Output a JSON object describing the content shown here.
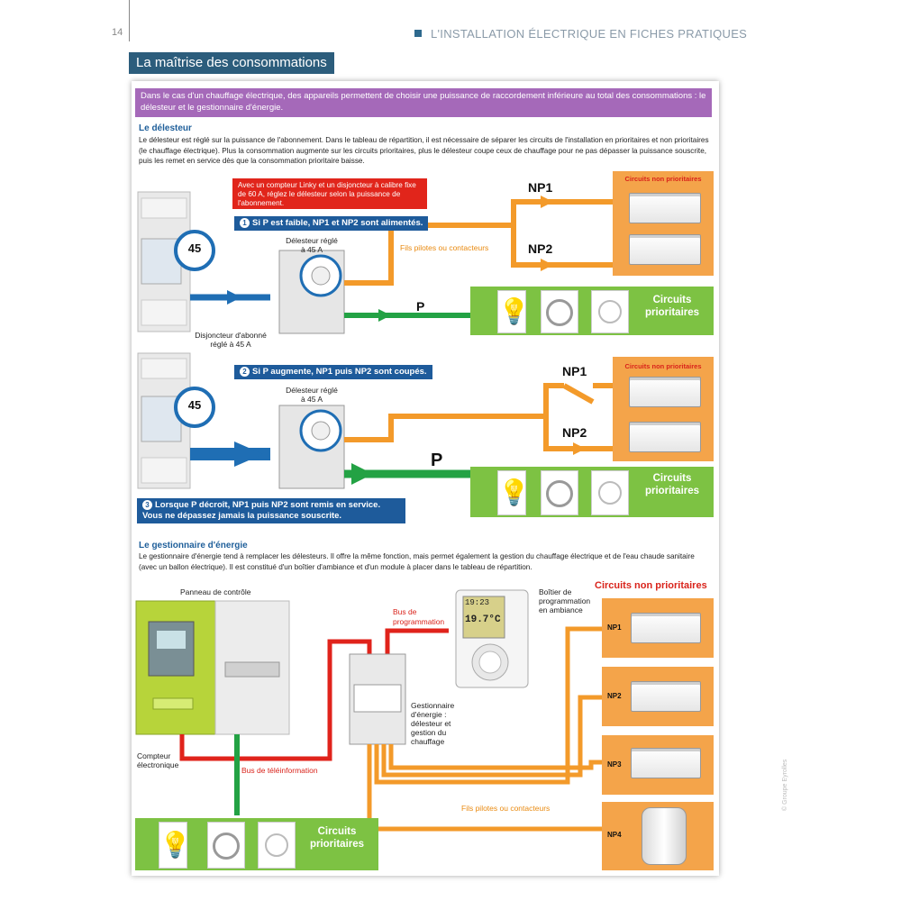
{
  "header": {
    "page_number": "14",
    "title": "L'INSTALLATION ÉLECTRIQUE EN FICHES PRATIQUES"
  },
  "section_title": "La maîtrise des consommations",
  "intro": "Dans le cas d'un chauffage électrique, des appareils permettent de choisir une puissance de raccordement inférieure au total des consommations : le délesteur et le gestionnaire d'énergie.",
  "delesteur": {
    "heading": "Le délesteur",
    "text": "Le délesteur est réglé sur la puissance de l'abonnement. Dans le tableau de répartition, il est nécessaire de séparer les circuits de l'installation en prioritaires et non prioritaires (le chauffage électrique). Plus la consommation augmente sur les circuits prioritaires, plus le délesteur coupe ceux de chauffage pour ne pas dépasser la puissance souscrite, puis les remet en service dès que la consommation prioritaire baisse.",
    "linky_note": "Avec un compteur Linky et un disjoncteur à calibre fixe de 60 A, réglez le délesteur selon la puissance de l'abonnement.",
    "steps": [
      {
        "num": "1",
        "text": "Si P est faible, NP1 et NP2 sont alimentés."
      },
      {
        "num": "2",
        "text": "Si P augmente, NP1 puis NP2 sont coupés."
      },
      {
        "num": "3",
        "text": "Lorsque P décroît, NP1 puis NP2 sont remis en service. Vous ne dépassez jamais la puissance souscrite."
      }
    ],
    "breaker_value": "45",
    "delesteur_label": "Délesteur réglé à 45 A",
    "breaker_label": "Disjoncteur d'abonné réglé à 45 A",
    "fils_pilotes": "Fils pilotes ou contacteurs",
    "np1": "NP1",
    "np2": "NP2",
    "p": "P",
    "non_prioritaires": "Circuits non prioritaires",
    "prioritaires": "Circuits prioritaires"
  },
  "gestionnaire": {
    "heading": "Le gestionnaire d'énergie",
    "text": "Le gestionnaire d'énergie tend à remplacer les délesteurs. Il offre la même fonction, mais permet également la gestion du chauffage électrique et de l'eau chaude sanitaire (avec un ballon électrique). Il est constitué d'un boîtier d'ambiance et d'un module à placer dans le tableau de répartition.",
    "panneau": "Panneau de contrôle",
    "bus_prog": "Bus de programmation",
    "boitier": "Boîtier de programmation en ambiance",
    "gestion_label": "Gestionnaire d'énergie : délesteur et gestion du chauffage",
    "compteur": "Compteur électronique",
    "bus_tele": "Bus de téléinformation",
    "fils_pilotes": "Fils pilotes ou contacteurs",
    "non_prioritaires": "Circuits non prioritaires",
    "prioritaires": "Circuits prioritaires",
    "np": [
      "NP1",
      "NP2",
      "NP3",
      "NP4"
    ],
    "display_time": "19:23",
    "display_temp": "19.7°C"
  },
  "watermark": "© Groupe Eyrolles",
  "colors": {
    "blue_line": "#1f6eb4",
    "green_line": "#23a244",
    "orange_line": "#f39a2a",
    "red_line": "#e0231b",
    "banner": "#2c5d7c",
    "intro_purple": "#a569b9"
  }
}
